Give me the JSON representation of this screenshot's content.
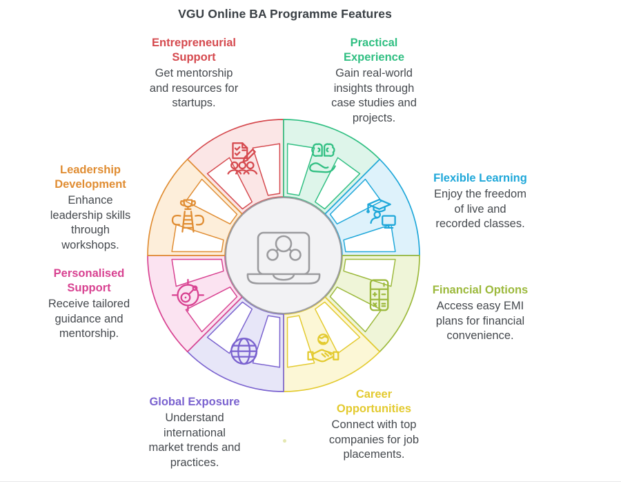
{
  "title": "VGU Online BA Programme Features",
  "colors": {
    "title_text": "#3a4045",
    "body_text": "#45494e",
    "center_fill": "#f2f2f4",
    "center_stroke": "#9c9ca0",
    "laptop_stroke": "#9b9b9e",
    "stray_dot": "#dfe3a2"
  },
  "center_icon": "laptop-share-icon",
  "segments": [
    {
      "id": "entrepreneurial-support",
      "label": "Entrepreneurial\nSupport",
      "description": "Get mentorship\nand resources for\nstartups.",
      "color": "#d5494e",
      "tint": "#fbe6e6",
      "icon": "checklist-people-icon",
      "angle_start": 315,
      "angle_end": 360
    },
    {
      "id": "practical-experience",
      "label": "Practical\nExperience",
      "description": "Gain real-world\ninsights through\ncase studies and\nprojects.",
      "color": "#30bf82",
      "tint": "#def5ea",
      "icon": "brain-hand-icon",
      "angle_start": 0,
      "angle_end": 45
    },
    {
      "id": "flexible-learning",
      "label": "Flexible Learning",
      "description": "Enjoy the freedom\nof live and\nrecorded classes.",
      "color": "#1ea7d9",
      "tint": "#def2fb",
      "icon": "graduate-monitor-icon",
      "angle_start": 45,
      "angle_end": 90
    },
    {
      "id": "financial-options",
      "label": "Financial Options",
      "description": "Access easy EMI\nplans for financial\nconvenience.",
      "color": "#9cb93c",
      "tint": "#eff5d8",
      "icon": "calculator-icon",
      "angle_start": 90,
      "angle_end": 135
    },
    {
      "id": "career-opportunities",
      "label": "Career\nOpportunities",
      "description": "Connect with top\ncompanies for job\nplacements.",
      "color": "#e3ca2f",
      "tint": "#fcf7d6",
      "icon": "handshake-globe-icon",
      "angle_start": 135,
      "angle_end": 180
    },
    {
      "id": "global-exposure",
      "label": "Global Exposure",
      "description": "Understand\ninternational\nmarket trends and\npractices.",
      "color": "#7a62cf",
      "tint": "#e7e6f8",
      "icon": "globe-icon",
      "angle_start": 180,
      "angle_end": 225
    },
    {
      "id": "personalised-support",
      "label": "Personalised\nSupport",
      "description": "Receive tailored\nguidance and\nmentorship.",
      "color": "#d84291",
      "tint": "#fbe3f1",
      "icon": "target-key-icon",
      "angle_start": 225,
      "angle_end": 270
    },
    {
      "id": "leadership-development",
      "label": "Leadership\nDevelopment",
      "description": "Enhance\nleadership skills\nthrough\nworkshops.",
      "color": "#e08d33",
      "tint": "#fdeeda",
      "icon": "ladder-trophy-icon",
      "angle_start": 270,
      "angle_end": 315
    }
  ]
}
